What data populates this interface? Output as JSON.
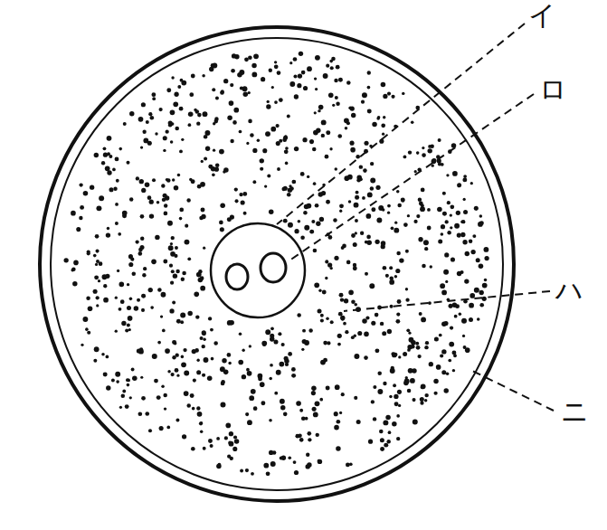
{
  "diagram": {
    "labels": [
      "イ",
      "ロ",
      "ハ",
      "ニ"
    ]
  }
}
